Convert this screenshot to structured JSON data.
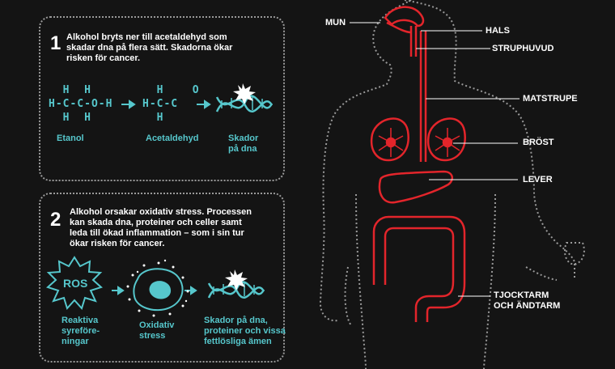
{
  "step1": {
    "number": "1",
    "text_lines": [
      "Alkohol bryts ner till acetaldehyd som",
      "skadar dna på flera sätt. Skadorna ökar",
      "risken för cancer."
    ],
    "ethanol_formula": [
      "  H  H",
      "H-C-C-O-H",
      "  H  H"
    ],
    "acetaldehyde_formula": [
      "  H    O",
      "H-C-C",
      "  H"
    ],
    "ethanol_label": "Etanol",
    "acetaldehyde_label": "Acetaldehyd",
    "damage_label_lines": [
      "Skador",
      "på dna"
    ]
  },
  "step2": {
    "number": "2",
    "text_lines": [
      "Alkohol orsakar oxidativ stress. Processen",
      "kan skada dna, proteiner och celler samt",
      "leda till ökad inflammation – som i sin tur",
      "ökar risken för cancer."
    ],
    "ros_text": "ROS",
    "ros_label_lines": [
      "Reaktiva",
      "syreföre-",
      "ningar"
    ],
    "oxidative_label_lines": [
      "Oxidativ",
      "stress"
    ],
    "damage_label_lines": [
      "Skador på dna,",
      "proteiner och vissa",
      "fettlösliga ämen"
    ]
  },
  "organs": {
    "mun": "MUN",
    "hals": "HALS",
    "struphuvud": "STRUPHUVUD",
    "matstrupe": "MATSTRUPE",
    "brost": "BRÖST",
    "lever": "LEVER",
    "tjocktarm_lines": [
      "TJOCKTARM",
      "OCH ÄNDTARM"
    ]
  },
  "colors": {
    "teal": "#56c7cc",
    "red": "#e3252b",
    "outline": "#9a9a9a",
    "background": "#141414"
  }
}
